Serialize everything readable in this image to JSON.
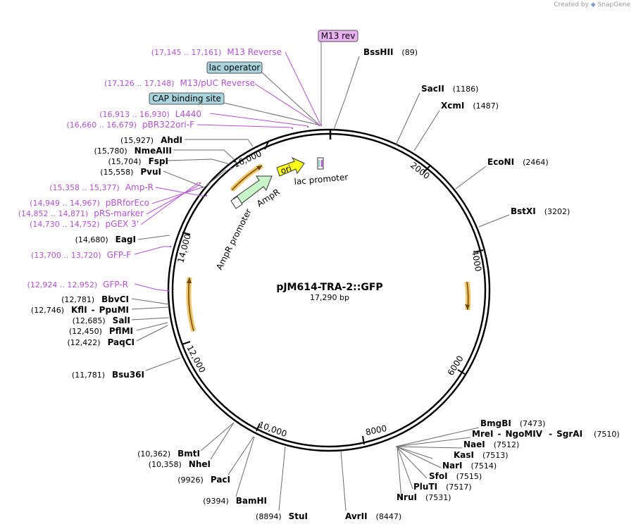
{
  "credit": {
    "prefix": "Created by",
    "brand": "SnapGene"
  },
  "plasmid": {
    "name": "pJM614-TRA-2::GFP",
    "size_label": "17,290 bp"
  },
  "ticks": [
    "16,000",
    "2000",
    "4000",
    "6000",
    "8000",
    "10,000",
    "12,000",
    "14,000"
  ],
  "boxed_labels": {
    "m13rev": "M13 rev",
    "lac_operator": "lac operator",
    "cap_site": "CAP binding site"
  },
  "features": {
    "ori": "ori",
    "ampr": "AmpR",
    "ampr_promoter": "AmpR promoter",
    "lac_promoter": "lac promoter"
  },
  "sites_right": [
    {
      "name": "BssHII",
      "pos": "(89)"
    },
    {
      "name": "SacII",
      "pos": "(1186)"
    },
    {
      "name": "XcmI",
      "pos": "(1487)"
    },
    {
      "name": "EcoNI",
      "pos": "(2464)"
    },
    {
      "name": "BstXI",
      "pos": "(3202)"
    },
    {
      "name": "BmgBI",
      "pos": "(7473)"
    },
    {
      "name": "MreI",
      "pos": "(7510)"
    },
    {
      "name": "NgoMIV",
      "pos": ""
    },
    {
      "name": "SgrAI",
      "pos": ""
    },
    {
      "name": "NaeI",
      "pos": "(7512)"
    },
    {
      "name": "KasI",
      "pos": "(7513)"
    },
    {
      "name": "NarI",
      "pos": "(7514)"
    },
    {
      "name": "SfoI",
      "pos": "(7515)"
    },
    {
      "name": "PluTI",
      "pos": "(7517)"
    },
    {
      "name": "NruI",
      "pos": "(7531)"
    },
    {
      "name": "AvrII",
      "pos": "(8447)"
    }
  ],
  "sites_left": [
    {
      "name": "StuI",
      "pos": "(8894)"
    },
    {
      "name": "BamHI",
      "pos": "(9394)"
    },
    {
      "name": "PacI",
      "pos": "(9926)"
    },
    {
      "name": "NheI",
      "pos": "(10,358)"
    },
    {
      "name": "BmtI",
      "pos": "(10,362)"
    },
    {
      "name": "Bsu36I",
      "pos": "(11,781)"
    },
    {
      "name": "PaqCI",
      "pos": "(12,422)"
    },
    {
      "name": "PflMI",
      "pos": "(12,450)"
    },
    {
      "name": "SalI",
      "pos": "(12,685)"
    },
    {
      "name": "KflI",
      "pos": "(12,746)"
    },
    {
      "name": "PpuMI",
      "pos": ""
    },
    {
      "name": "BbvCI",
      "pos": "(12,781)"
    },
    {
      "name": "EagI",
      "pos": "(14,680)"
    },
    {
      "name": "PvuI",
      "pos": "(15,558)"
    },
    {
      "name": "FspI",
      "pos": "(15,704)"
    },
    {
      "name": "NmeAIII",
      "pos": "(15,780)"
    },
    {
      "name": "AhdI",
      "pos": "(15,927)"
    }
  ],
  "primers": [
    {
      "range": "(17,145 .. 17,161)",
      "name": "M13 Reverse"
    },
    {
      "range": "(17,126 .. 17,148)",
      "name": "M13/pUC Reverse"
    },
    {
      "range": "(16,913 .. 16,930)",
      "name": "L4440"
    },
    {
      "range": "(16,660 .. 16,679)",
      "name": "pBR322ori-F"
    },
    {
      "range": "(15,358 .. 15,377)",
      "name": "Amp-R"
    },
    {
      "range": "(14,949 .. 14,967)",
      "name": "pBRforEco"
    },
    {
      "range": "(14,852 .. 14,871)",
      "name": "pRS-marker"
    },
    {
      "range": "(14,730 .. 14,752)",
      "name": "pGEX 3'"
    },
    {
      "range": "(13,700 .. 13,720)",
      "name": "GFP-F"
    },
    {
      "range": "(12,924 .. 12,952)",
      "name": "GFP-R"
    }
  ],
  "colors": {
    "m13rev_fill": "#e8b0f0",
    "blue_box_fill": "#a8d4dd",
    "ori_fill": "#ffff1a",
    "ampr_fill": "#c8f5c8",
    "primer": "#b64fd9",
    "orf_arrow": "#f0b030"
  }
}
